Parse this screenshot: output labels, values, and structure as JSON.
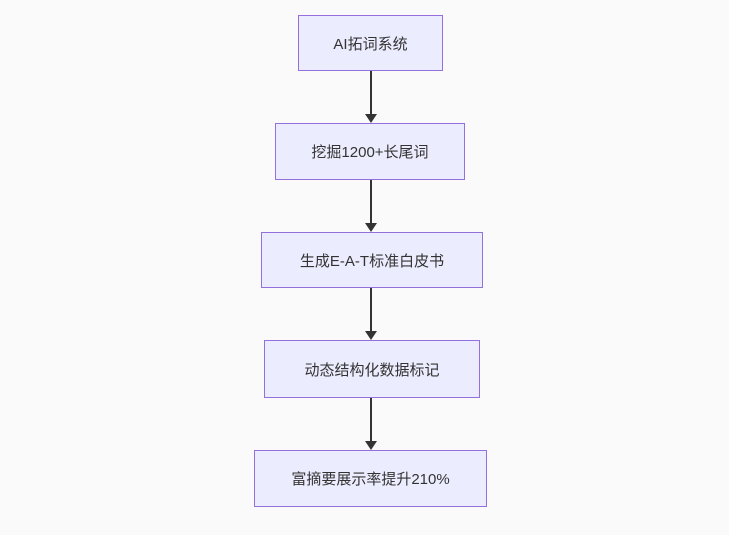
{
  "diagram": {
    "type": "flowchart",
    "direction": "top-down",
    "nodes": [
      {
        "id": "node-1",
        "label": "AI拓词系统"
      },
      {
        "id": "node-2",
        "label": "挖掘1200+长尾词"
      },
      {
        "id": "node-3",
        "label": "生成E-A-T标准白皮书"
      },
      {
        "id": "node-4",
        "label": "动态结构化数据标记"
      },
      {
        "id": "node-5",
        "label": "富摘要展示率提升210%"
      }
    ],
    "edges": [
      {
        "from": "node-1",
        "to": "node-2"
      },
      {
        "from": "node-2",
        "to": "node-3"
      },
      {
        "from": "node-3",
        "to": "node-4"
      },
      {
        "from": "node-4",
        "to": "node-5"
      }
    ],
    "colors": {
      "node_fill": "#ECECFF",
      "node_border": "#9370DB",
      "node_text": "#333333",
      "arrow": "#333333",
      "background": "#fafafa"
    }
  }
}
